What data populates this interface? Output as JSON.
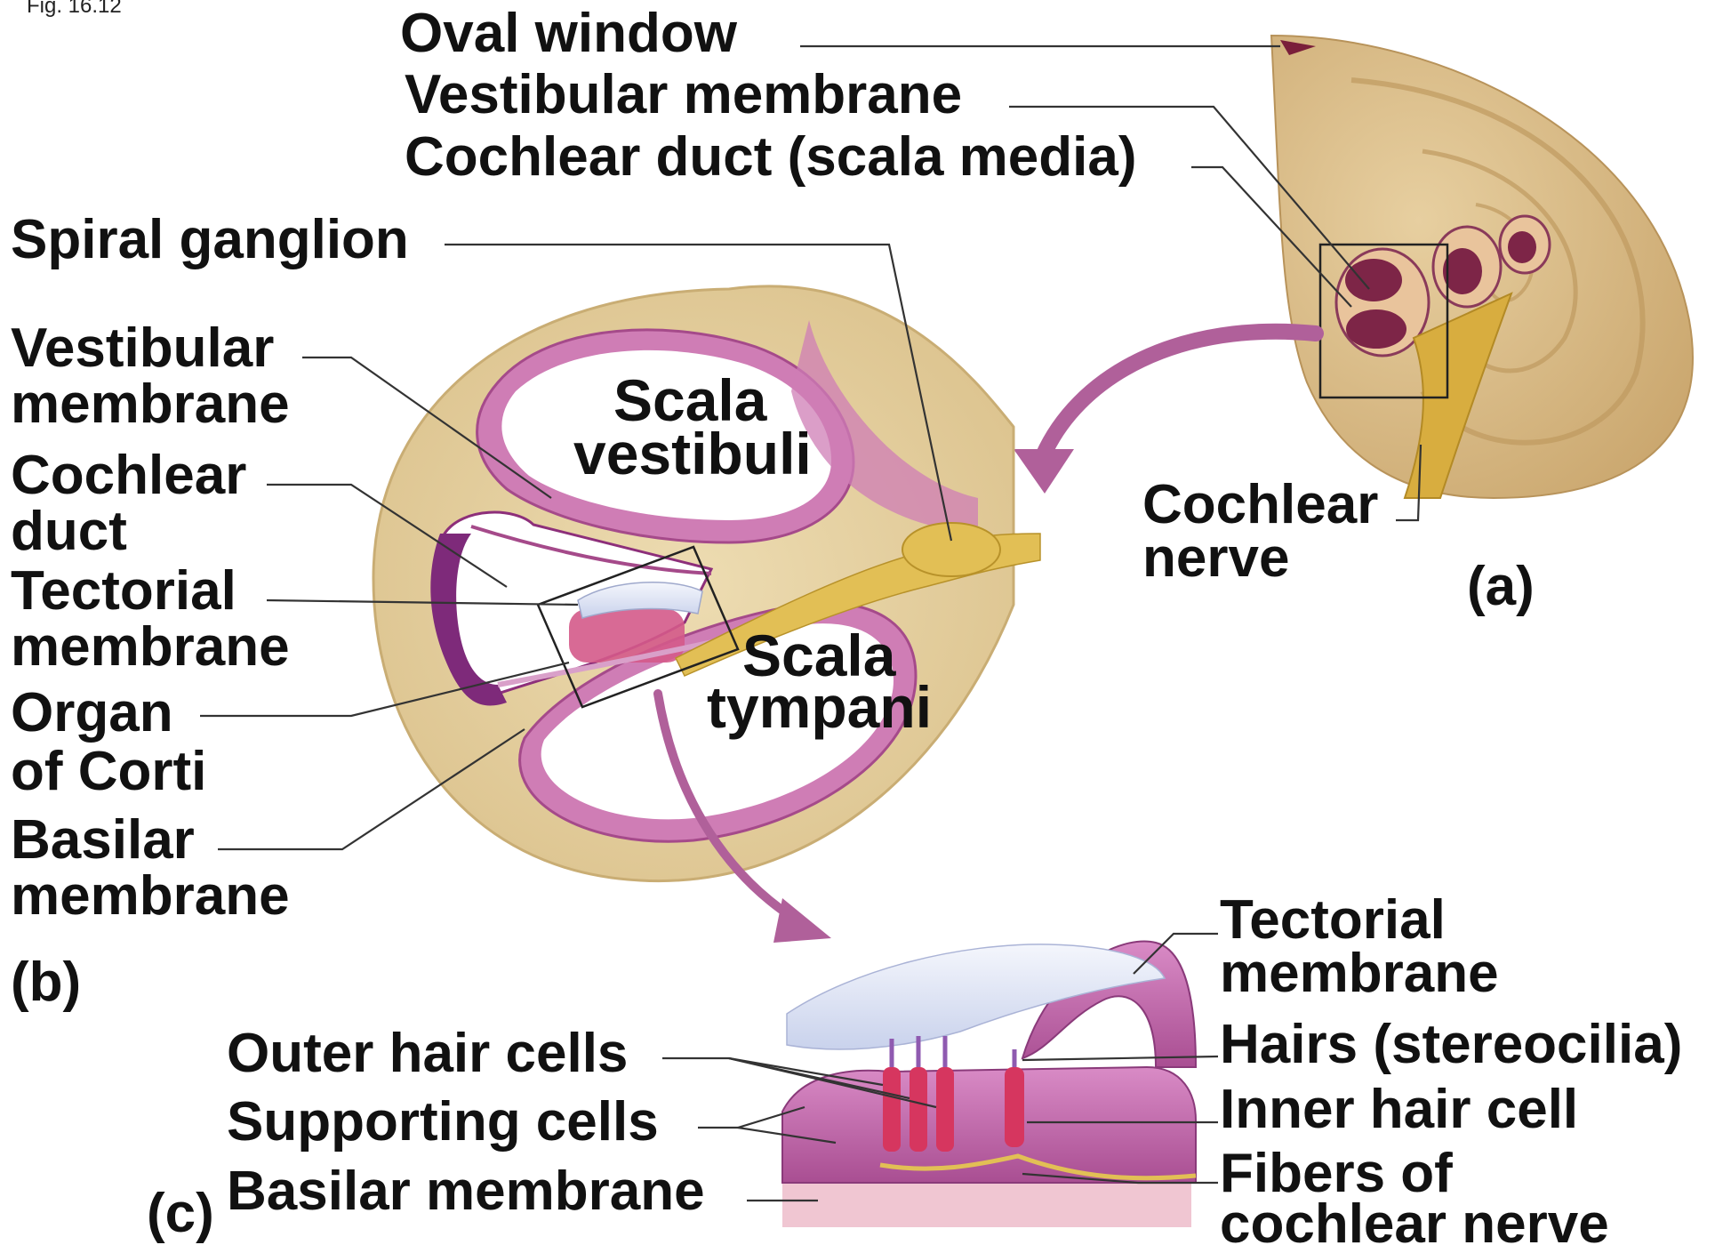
{
  "figure_number": "Fig. 16.12",
  "panels": {
    "a": "(a)",
    "b": "(b)",
    "c": "(c)"
  },
  "panel_a": {
    "oval_window": "Oval window",
    "vestibular_membrane": "Vestibular membrane",
    "cochlear_duct": "Cochlear duct (scala media)",
    "cochlear_nerve_1": "Cochlear",
    "cochlear_nerve_2": "nerve"
  },
  "panel_b": {
    "spiral_ganglion": "Spiral ganglion",
    "vestibular_membrane_1": "Vestibular",
    "vestibular_membrane_2": "membrane",
    "cochlear_duct_1": "Cochlear",
    "cochlear_duct_2": "duct",
    "tectorial_membrane_1": "Tectorial",
    "tectorial_membrane_2": "membrane",
    "organ_of_corti_1": "Organ",
    "organ_of_corti_2": "of Corti",
    "basilar_membrane_1": "Basilar",
    "basilar_membrane_2": "membrane",
    "scala_vestibuli_1": "Scala",
    "scala_vestibuli_2": "vestibuli",
    "scala_tympani_1": "Scala",
    "scala_tympani_2": "tympani"
  },
  "panel_c": {
    "tectorial_membrane_1": "Tectorial",
    "tectorial_membrane_2": "membrane",
    "hairs": "Hairs (stereocilia)",
    "inner_hair_cell": "Inner hair cell",
    "fibers_1": "Fibers of",
    "fibers_2": "cochlear nerve",
    "outer_hair_cells": "Outer hair cells",
    "supporting_cells": "Supporting cells",
    "basilar_membrane": "Basilar membrane"
  },
  "colors": {
    "bone": "#e8d6a8",
    "pink_membrane": "#c86aa8",
    "dark_cavity": "#7a1f4a",
    "nerve": "#d9b24a",
    "tectorial": "#dfe6f5",
    "arrow": "#b0609a"
  }
}
